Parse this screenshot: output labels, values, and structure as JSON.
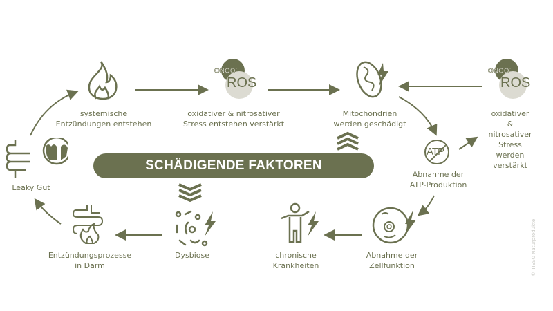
{
  "banner": "SCHÄDIGENDE FAKTOREN",
  "nodes": {
    "fire": "systemische\nEntzündungen entstehen",
    "ros1": "oxidativer & nitrosativer\nStress entstehen verstärkt",
    "mito": "Mitochondrien\nwerden geschädigt",
    "ros2": "oxidativer &\nnitrosativer\nStress werden\nverstärkt",
    "atp": "Abnahme der\nATP-Produktion",
    "cell": "Abnahme der\nZellfunktion",
    "person": "chronische\nKrankheiten",
    "dysbiose": "Dysbiose",
    "darm": "Entzündungsprozesse\nin Darm",
    "leaky": "Leaky Gut"
  },
  "ros_badge": {
    "top": "ONOO",
    "sup": "-",
    "bottom": "ROS"
  },
  "atp_icon_text": "ATP",
  "copyright": "© TISSO Naturprodukte",
  "colors": {
    "accent": "#6b7150",
    "light": "#dcdbd2"
  }
}
